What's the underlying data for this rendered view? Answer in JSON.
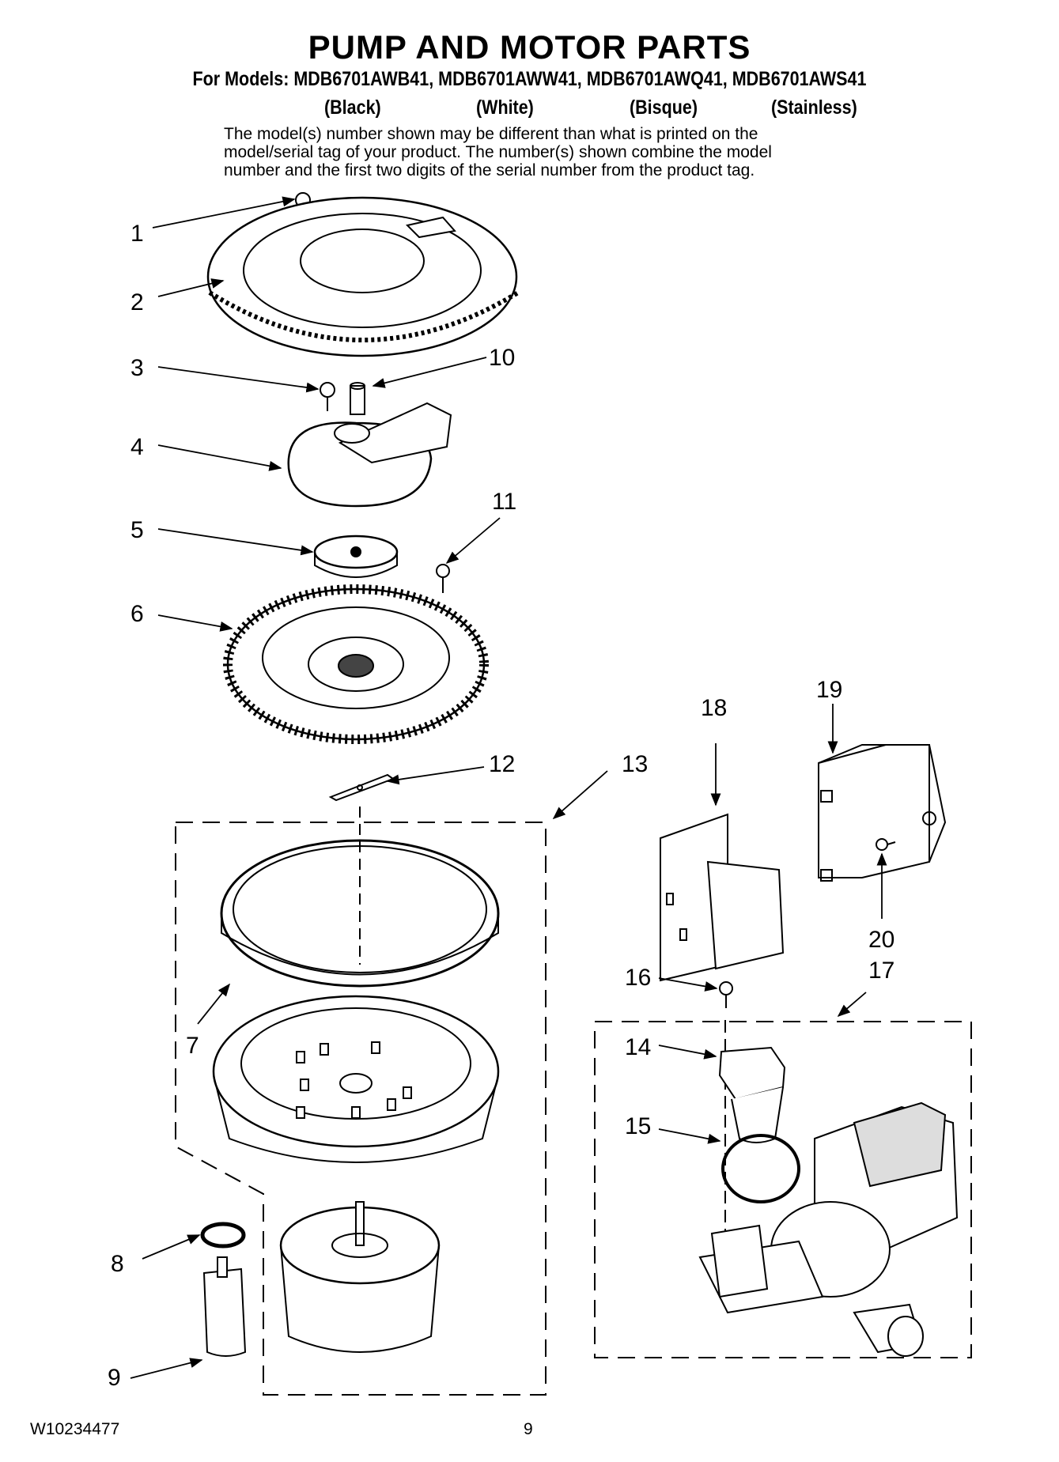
{
  "title": "PUMP AND MOTOR PARTS",
  "models_line": "For Models: MDB6701AWB41, MDB6701AWW41, MDB6701AWQ41, MDB6701AWS41",
  "colors": [
    "(Black)",
    "(White)",
    "(Bisque)",
    "(Stainless)"
  ],
  "note_lines": [
    "The model(s) number shown may be different than what is printed on the",
    "model/serial tag of your product. The number(s) shown combine the model",
    "number and the first two digits of the serial number from the product tag."
  ],
  "callouts": [
    "1",
    "2",
    "3",
    "4",
    "5",
    "6",
    "7",
    "8",
    "9",
    "10",
    "11",
    "12",
    "13",
    "14",
    "15",
    "16",
    "17",
    "18",
    "19",
    "20"
  ],
  "footer": {
    "doc_number": "W10234477",
    "page_number": "9"
  }
}
